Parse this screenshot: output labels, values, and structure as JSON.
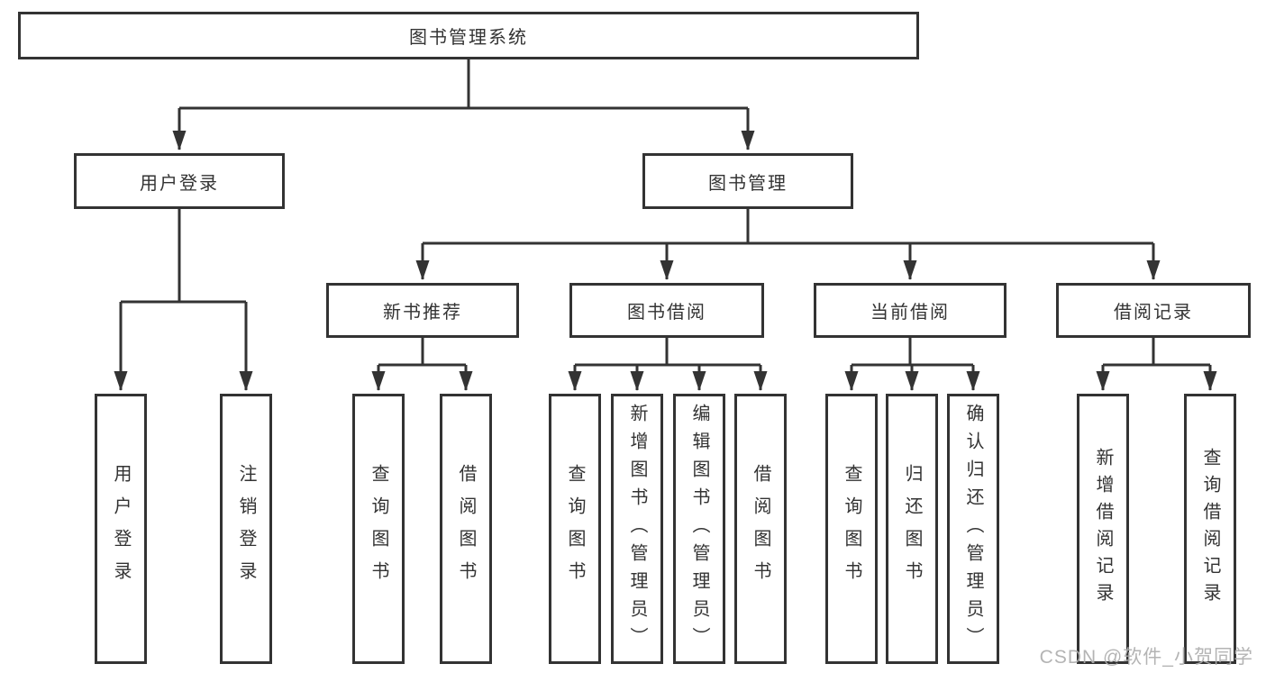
{
  "diagram": {
    "root": "图书管理系统",
    "branches": [
      {
        "label": "用户登录",
        "children": [
          {
            "label": "用户登录"
          },
          {
            "label": "注销登录"
          }
        ]
      },
      {
        "label": "图书管理",
        "children": [
          {
            "label": "新书推荐",
            "children": [
              {
                "label": "查询图书"
              },
              {
                "label": "借阅图书"
              }
            ]
          },
          {
            "label": "图书借阅",
            "children": [
              {
                "label": "查询图书"
              },
              {
                "label": "新增图书（管理员）"
              },
              {
                "label": "编辑图书（管理员）"
              },
              {
                "label": "借阅图书"
              }
            ]
          },
          {
            "label": "当前借阅",
            "children": [
              {
                "label": "查询图书"
              },
              {
                "label": "归还图书"
              },
              {
                "label": "确认归还（管理员）"
              }
            ]
          },
          {
            "label": "借阅记录",
            "children": [
              {
                "label": "新增借阅记录"
              },
              {
                "label": "查询借阅记录"
              }
            ]
          }
        ]
      }
    ]
  },
  "watermark": "CSDN @软件_小贺同学",
  "colors": {
    "line": "#333333",
    "box_border": "#333333",
    "text": "#333333",
    "watermark": "#aeaeae",
    "background": "#ffffff"
  }
}
